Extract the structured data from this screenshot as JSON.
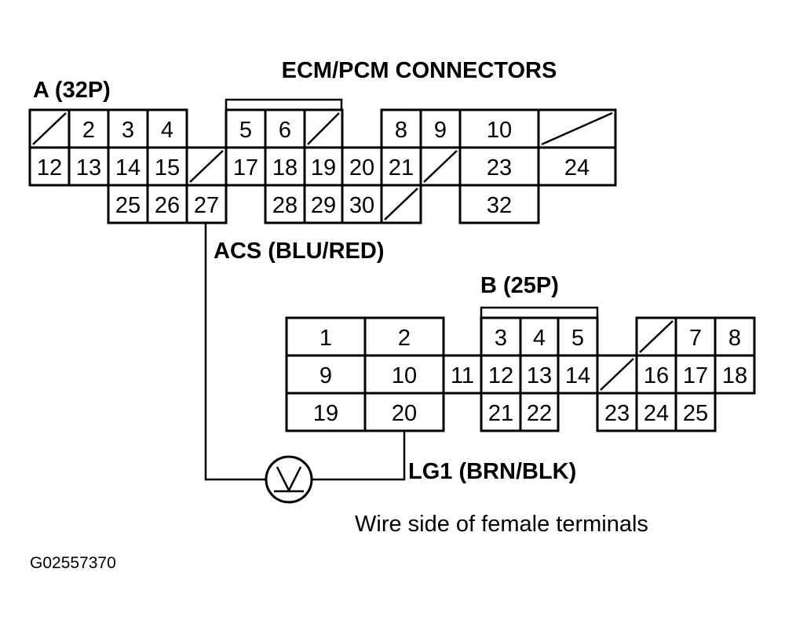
{
  "title": "ECM/PCM CONNECTORS",
  "connector_a": {
    "label": "A (32P)",
    "terminals": [
      "2",
      "3",
      "4",
      "5",
      "6",
      "8",
      "9",
      "10",
      "12",
      "13",
      "14",
      "15",
      "17",
      "18",
      "19",
      "20",
      "21",
      "23",
      "24",
      "25",
      "26",
      "27",
      "28",
      "29",
      "30",
      "32"
    ]
  },
  "connector_b": {
    "label": "B (25P)",
    "terminals": [
      "1",
      "2",
      "3",
      "4",
      "5",
      "7",
      "8",
      "9",
      "10",
      "11",
      "12",
      "13",
      "14",
      "16",
      "17",
      "18",
      "19",
      "20",
      "21",
      "22",
      "23",
      "24",
      "25"
    ]
  },
  "wire_acs": "ACS (BLU/RED)",
  "wire_lg1": "LG1 (BRN/BLK)",
  "meter_icon": "voltmeter-icon",
  "note": "Wire side of female terminals",
  "figure_code": "G02557370"
}
